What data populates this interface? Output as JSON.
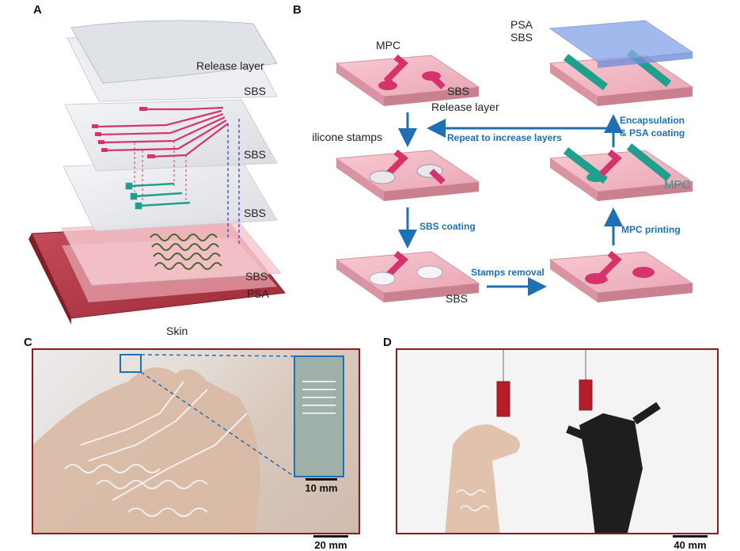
{
  "panels": {
    "a": {
      "letter": "A",
      "labels": {
        "release_layer": "Release layer",
        "sbs_top": "SBS",
        "sbs_mid1": "SBS",
        "sbs_mid2": "SBS",
        "sbs_bottom": "SBS",
        "psa": "PSA",
        "skin": "Skin"
      }
    },
    "b": {
      "letter": "B",
      "labels": {
        "mpc_top": "MPC",
        "sbs_step1": "SBS",
        "release_layer": "Release layer",
        "silicone_stamps": "Silicone stamps",
        "sbs_coating": "SBS coating",
        "sbs_step3": "SBS",
        "stamps_removal": "Stamps removal",
        "mpc_printing": "MPC printing",
        "mpc_step5": "MPC",
        "encapsulation_line1": "Encapsulation",
        "encapsulation_line2": "& PSA coating",
        "repeat": "Repeat to increase layers",
        "psa": "PSA",
        "sbs_final": "SBS"
      }
    },
    "c": {
      "letter": "C",
      "inset_scale": "10 mm",
      "scale": "20 mm"
    },
    "d": {
      "letter": "D",
      "scale": "40 mm"
    }
  },
  "colors": {
    "pink_film": "#f2b8c4",
    "magenta_trace": "#d6336c",
    "teal": "#1fa08c",
    "blue_arrow": "#1f6fb5",
    "psa_blue": "#8aa8e8",
    "frame_red": "#8c1a22",
    "skin_red": "#b23a48"
  }
}
